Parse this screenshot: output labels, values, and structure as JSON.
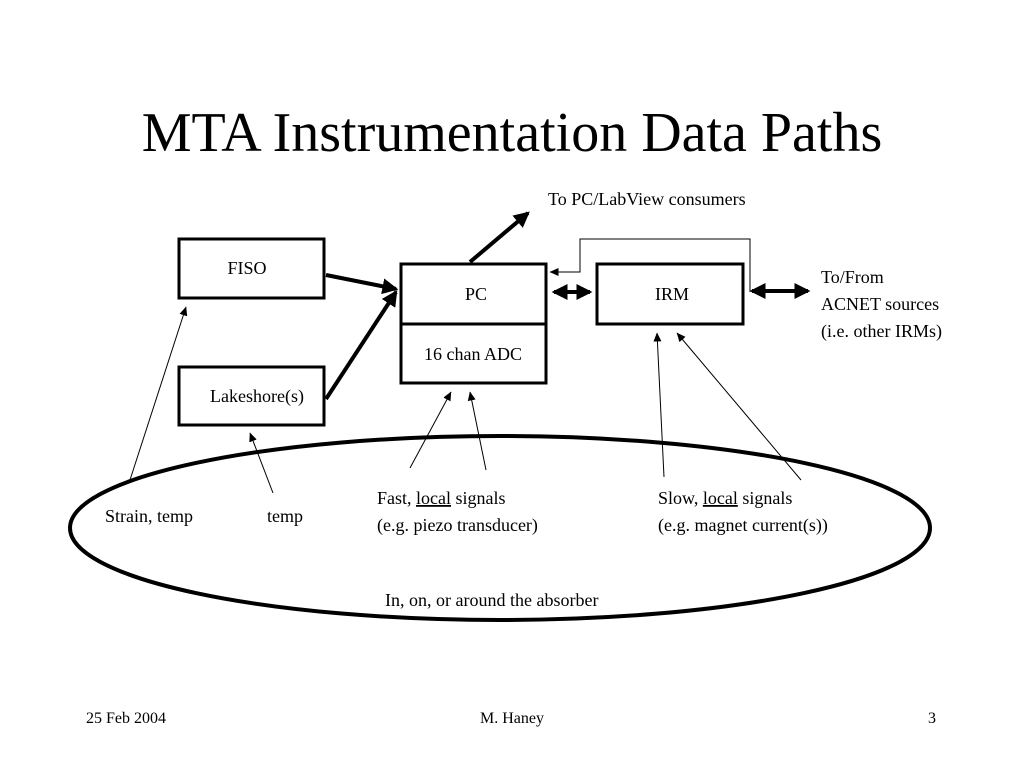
{
  "slide": {
    "title": "MTA Instrumentation Data Paths"
  },
  "diagram": {
    "boxes": {
      "fiso": "FISO",
      "lakeshore": "Lakeshore(s)",
      "pc": "PC",
      "adc": "16 chan ADC",
      "irm": "IRM"
    },
    "labels": {
      "to_pc_labview": "To PC/LabView consumers",
      "acnet_line1": "To/From",
      "acnet_line2": "ACNET sources",
      "acnet_line3": "(i.e. other IRMs)",
      "strain_temp": "Strain, temp",
      "temp": "temp",
      "fast_prefix": "Fast, ",
      "fast_local": "local",
      "fast_suffix": " signals",
      "fast_example": "(e.g. piezo transducer)",
      "slow_prefix": "Slow, ",
      "slow_local": "local",
      "slow_suffix": " signals",
      "slow_example": "(e.g. magnet current(s))",
      "absorber": "In, on, or around the absorber"
    }
  },
  "footer": {
    "date": "25 Feb 2004",
    "author": "M. Haney",
    "page_number": "3"
  }
}
